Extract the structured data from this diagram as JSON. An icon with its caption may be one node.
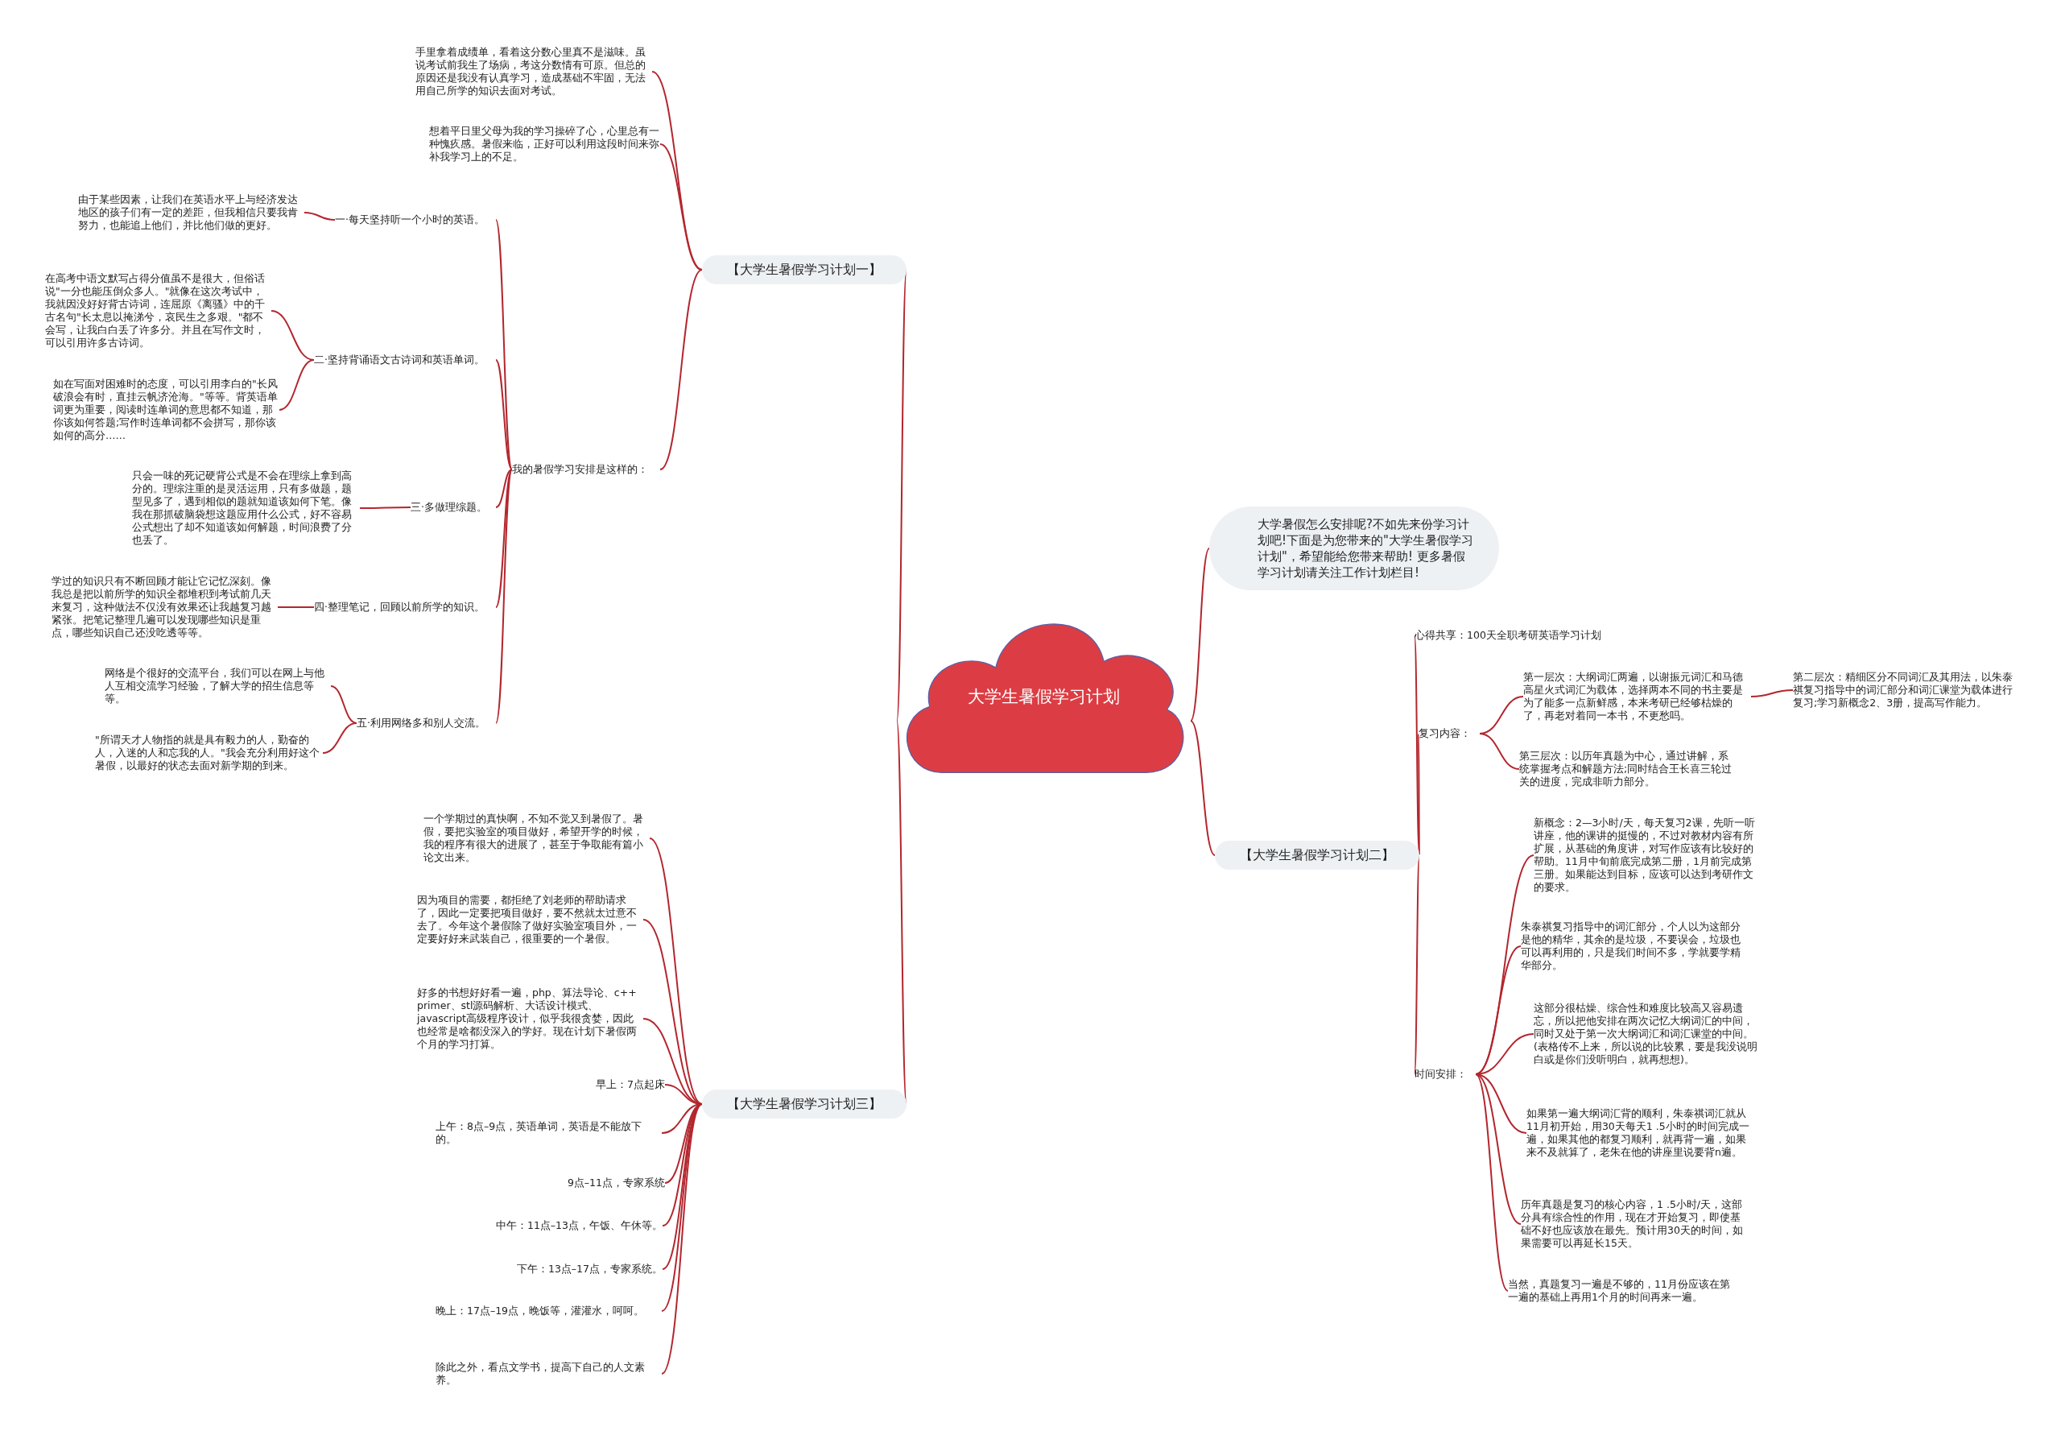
{
  "diagram": {
    "nodes": [
      {
        "text": [
          "大学生暑假学习计划"
        ]
      },
      {
        "text": [
          "大学暑假怎么安排呢?不如先来份学习计划吧!下面是为您带来的\"大学生暑假学习计划\"，希望能给您带来帮助! 更多暑假学习计划请关注工作计划栏目!"
        ]
      },
      {
        "text": [
          "【大学生暑假学习计划一】"
        ]
      },
      {
        "text": [
          "手里拿着成绩单，看着这分数心里真不是滋味。虽说考试前我生了场病，考这分数情有可原。但总的原因还是我没有认真学习，造成基础不牢固，无法用自己所学的知识去面对考试。"
        ]
      },
      {
        "text": [
          "想着平日里父母为我的学习操碎了心，心里总有一种愧疚感。暑假来临，正好可以利用这段时间来弥补我学习上的不足。"
        ]
      },
      {
        "text": [
          "我的暑假学习安排是这样的："
        ]
      },
      {
        "text": [
          "一·每天坚持听一个小时的英语。"
        ]
      },
      {
        "text": [
          "由于某些因素，让我们在英语水平上与经济发达地区的孩子们有一定的差距，但我相信只要我肯努力，也能追上他们，并比他们做的更好。"
        ]
      },
      {
        "text": [
          "二·坚持背诵语文古诗词和英语单词。"
        ]
      },
      {
        "text": [
          "在高考中语文默写占得分值虽不是很大，但俗话说\"一分也能压倒众多人。\"就像在这次考试中，我就因没好好背古诗词，连屈原《离骚》中的千古名句\"长太息以掩涕兮，哀民生之多艰。\"都不会写，让我白白丢了许多分。并且在写作文时，可以引用许多古诗词。"
        ]
      },
      {
        "text": [
          "如在写面对困难时的态度，可以引用李白的\"长风破浪会有时，直挂云帆济沧海。\"等等。背英语单词更为重要，阅读时连单词的意思都不知道，那你该如何答题;写作时连单词都不会拼写，那你该如何的高分……"
        ]
      },
      {
        "text": [
          "三·多做理综题。"
        ]
      },
      {
        "text": [
          "只会一味的死记硬背公式是不会在理综上拿到高分的。理综注重的是灵活运用，只有多做题，题型见多了，遇到相似的题就知道该如何下笔。像我在那抓破脑袋想这题应用什么公式，好不容易公式想出了却不知道该如何解题，时间浪费了分也丢了。"
        ]
      },
      {
        "text": [
          "四·整理笔记，回顾以前所学的知识。"
        ]
      },
      {
        "text": [
          "学过的知识只有不断回顾才能让它记忆深刻。像我总是把以前所学的知识全都堆积到考试前几天来复习，这种做法不仅没有效果还让我越复习越紧张。把笔记整理几遍可以发现哪些知识是重点，哪些知识自己还没吃透等等。"
        ]
      },
      {
        "text": [
          "五·利用网络多和别人交流。"
        ]
      },
      {
        "text": [
          "网络是个很好的交流平台，我们可以在网上与他人互相交流学习经验，了解大学的招生信息等等。"
        ]
      },
      {
        "text": [
          "\"所谓天才人物指的就是具有毅力的人，勤奋的人，入迷的人和忘我的人。\"我会充分利用好这个暑假，以最好的状态去面对新学期的到来。"
        ]
      },
      {
        "text": [
          "【大学生暑假学习计划二】"
        ]
      },
      {
        "text": [
          "心得共享：100天全职考研英语学习计划"
        ]
      },
      {
        "text": [
          "复习内容："
        ]
      },
      {
        "text": [
          "第一层次：大纲词汇两遍，以谢振元词汇和马德高星火式词汇为载体，选择两本不同的书主要是为了能多一点新鲜感，本来考研已经够枯燥的了，再老对着同一本书，不更愁吗。"
        ]
      },
      {
        "text": [
          "第二层次：精细区分不同词汇及其用法，以朱泰祺复习指导中的词汇部分和词汇课堂为载体进行复习;学习新概念2、3册，提高写作能力。"
        ]
      },
      {
        "text": [
          "第三层次：以历年真题为中心，通过讲解，系统掌握考点和解题方法;同时结合王长喜三轮过关的进度，完成非听力部分。"
        ]
      },
      {
        "text": [
          "时间安排："
        ]
      },
      {
        "text": [
          "新概念：2—3小时/天，每天复习2课，先听一听讲座，他的课讲的挺慢的，不过对教材内容有所扩展，从基础的角度讲，对写作应该有比较好的帮助。11月中旬前底完成第二册，1月前完成第三册。如果能达到目标，应该可以达到考研作文的要求。"
        ]
      },
      {
        "text": [
          "朱泰祺复习指导中的词汇部分，个人以为这部分是他的精华，其余的是垃圾，不要误会，垃圾也可以再利用的，只是我们时间不多，学就要学精华部分。"
        ]
      },
      {
        "text": [
          "这部分很枯燥、综合性和难度比较高又容易遗忘，所以把他安排在两次记忆大纲词汇的中间，同时又处于第一次大纲词汇和词汇课堂的中间。(表格传不上来，所以说的比较累，要是我没说明白或是你们没听明白，就再想想)。"
        ]
      },
      {
        "text": [
          "如果第一遍大纲词汇背的顺利，朱泰祺词汇就从11月初开始，用30天每天1 .5小时的时间完成一遍，如果其他的都复习顺利，就再背一遍，如果来不及就算了，老朱在他的讲座里说要背n遍。"
        ]
      },
      {
        "text": [
          "历年真题是复习的核心内容，1 .5小时/天，这部分具有综合性的作用，现在才开始复习，即使基础不好也应该放在最先。预计用30天的时间，如果需要可以再延长15天。"
        ]
      },
      {
        "text": [
          "当然，真题复习一遍是不够的，11月份应该在第一遍的基础上再用1个月的时间再来一遍。"
        ]
      },
      {
        "text": [
          "【大学生暑假学习计划三】"
        ]
      },
      {
        "text": [
          "一个学期过的真快啊，不知不觉又到暑假了。暑假，要把实验室的项目做好，希望开学的时候，我的程序有很大的进展了，甚至于争取能有篇小论文出来。"
        ]
      },
      {
        "text": [
          "因为项目的需要，都拒绝了刘老师的帮助请求了，因此一定要把项目做好，要不然就太过意不去了。今年这个暑假除了做好实验室项目外，一定要好好来武装自己，很重要的一个暑假。"
        ]
      },
      {
        "text": [
          "好多的书想好好看一遍，php、算法导论、c++ primer、stl源码解析、大话设计模式、javascript高级程序设计，似乎我很贪婪，因此也经常是啥都没深入的学好。现在计划下暑假两个月的学习打算。"
        ]
      },
      {
        "text": [
          "早上：7点起床"
        ]
      },
      {
        "text": [
          "上午：8点–9点，英语单词，英语是不能放下的。"
        ]
      },
      {
        "text": [
          "9点–11点，专家系统"
        ]
      },
      {
        "text": [
          "中午：11点–13点，午饭、午休等。"
        ]
      },
      {
        "text": [
          "下午：13点–17点，专家系统。"
        ]
      },
      {
        "text": [
          "晚上：17点–19点，晚饭等，灌灌水，呵呵。"
        ]
      },
      {
        "text": [
          "除此之外，看点文学书，提高下自己的人文素养。"
        ]
      }
    ],
    "edges": [
      {
        "from": 0,
        "to": 1,
        "arrow": "none"
      },
      {
        "from": 0,
        "to": 2,
        "arrow": "none"
      },
      {
        "from": 0,
        "to": 18,
        "arrow": "none"
      },
      {
        "from": 0,
        "to": 31,
        "arrow": "none"
      },
      {
        "from": 2,
        "to": 3,
        "arrow": "none"
      },
      {
        "from": 2,
        "to": 4,
        "arrow": "none"
      },
      {
        "from": 2,
        "to": 5,
        "arrow": "none"
      },
      {
        "from": 5,
        "to": 6,
        "arrow": "none"
      },
      {
        "from": 5,
        "to": 8,
        "arrow": "none"
      },
      {
        "from": 5,
        "to": 11,
        "arrow": "none"
      },
      {
        "from": 5,
        "to": 13,
        "arrow": "none"
      },
      {
        "from": 5,
        "to": 15,
        "arrow": "none"
      },
      {
        "from": 6,
        "to": 7,
        "arrow": "none"
      },
      {
        "from": 8,
        "to": 9,
        "arrow": "none"
      },
      {
        "from": 8,
        "to": 10,
        "arrow": "none"
      },
      {
        "from": 11,
        "to": 12,
        "arrow": "none"
      },
      {
        "from": 13,
        "to": 14,
        "arrow": "none"
      },
      {
        "from": 15,
        "to": 16,
        "arrow": "none"
      },
      {
        "from": 15,
        "to": 17,
        "arrow": "none"
      },
      {
        "from": 18,
        "to": 19,
        "arrow": "none"
      },
      {
        "from": 18,
        "to": 20,
        "arrow": "none"
      },
      {
        "from": 18,
        "to": 24,
        "arrow": "none"
      },
      {
        "from": 20,
        "to": 21,
        "arrow": "none"
      },
      {
        "from": 20,
        "to": 23,
        "arrow": "none"
      },
      {
        "from": 21,
        "to": 22,
        "arrow": "none"
      },
      {
        "from": 24,
        "to": 25,
        "arrow": "none"
      },
      {
        "from": 24,
        "to": 26,
        "arrow": "none"
      },
      {
        "from": 24,
        "to": 27,
        "arrow": "none"
      },
      {
        "from": 24,
        "to": 28,
        "arrow": "none"
      },
      {
        "from": 24,
        "to": 29,
        "arrow": "none"
      },
      {
        "from": 24,
        "to": 30,
        "arrow": "none"
      },
      {
        "from": 31,
        "to": 32,
        "arrow": "none"
      },
      {
        "from": 31,
        "to": 33,
        "arrow": "none"
      },
      {
        "from": 31,
        "to": 34,
        "arrow": "none"
      },
      {
        "from": 31,
        "to": 35,
        "arrow": "none"
      },
      {
        "from": 31,
        "to": 36,
        "arrow": "none"
      },
      {
        "from": 31,
        "to": 37,
        "arrow": "none"
      },
      {
        "from": 31,
        "to": 38,
        "arrow": "none"
      },
      {
        "from": 31,
        "to": 39,
        "arrow": "none"
      },
      {
        "from": 31,
        "to": 40,
        "arrow": "none"
      },
      {
        "from": 31,
        "to": 41,
        "arrow": "none"
      }
    ]
  }
}
